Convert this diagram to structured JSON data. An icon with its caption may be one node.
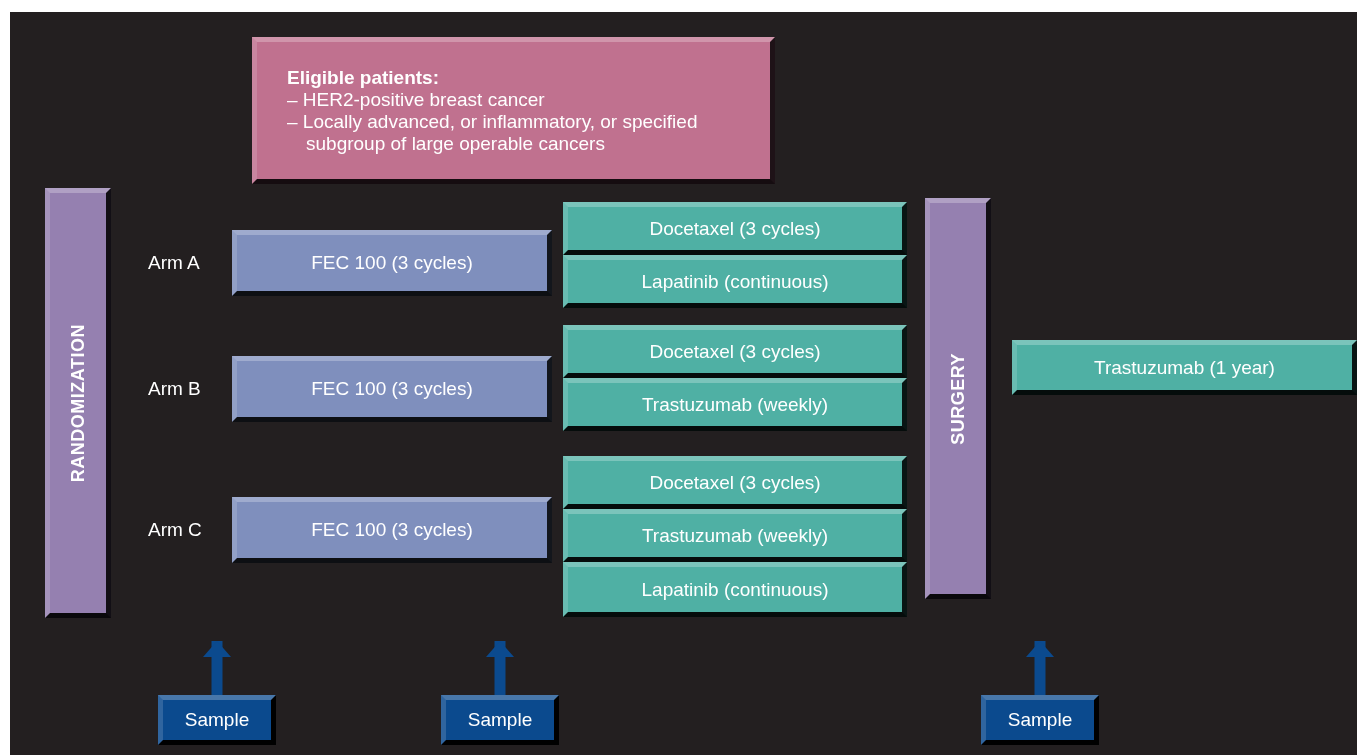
{
  "diagram": {
    "nodes": [
      {
        "text": [
          "Eligible patients:",
          "– HER2-positive breast cancer",
          "– Locally advanced, or inflammatory, or specified subgroup of large operable cancers"
        ]
      },
      {
        "text": [
          "RANDOMIZATION"
        ]
      },
      {
        "text": [
          "FEC 100 (3 cycles)"
        ],
        "beside": [
          "Arm A"
        ]
      },
      {
        "text": [
          "FEC 100 (3 cycles)"
        ],
        "beside": [
          "Arm B"
        ]
      },
      {
        "text": [
          "FEC 100 (3 cycles)"
        ],
        "beside": [
          "Arm C"
        ]
      },
      {
        "text": [
          "Docetaxel (3 cycles)"
        ]
      },
      {
        "text": [
          "Lapatinib (continuous)"
        ]
      },
      {
        "text": [
          "Docetaxel (3 cycles)"
        ]
      },
      {
        "text": [
          "Trastuzumab (weekly)"
        ]
      },
      {
        "text": [
          "Docetaxel (3 cycles)"
        ]
      },
      {
        "text": [
          "Trastuzumab (weekly)"
        ]
      },
      {
        "text": [
          "Lapatinib (continuous)"
        ]
      },
      {
        "text": [
          "SURGERY"
        ]
      },
      {
        "text": [
          "Trastuzumab (1 year)"
        ]
      },
      {
        "text": [
          "Sample"
        ]
      },
      {
        "text": [
          "Sample"
        ]
      },
      {
        "text": [
          "Sample"
        ]
      }
    ],
    "edges": [
      {
        "from": 14,
        "to": null,
        "arrow": "to"
      },
      {
        "from": 15,
        "to": null,
        "arrow": "to"
      },
      {
        "from": 16,
        "to": null,
        "arrow": "to"
      }
    ]
  }
}
